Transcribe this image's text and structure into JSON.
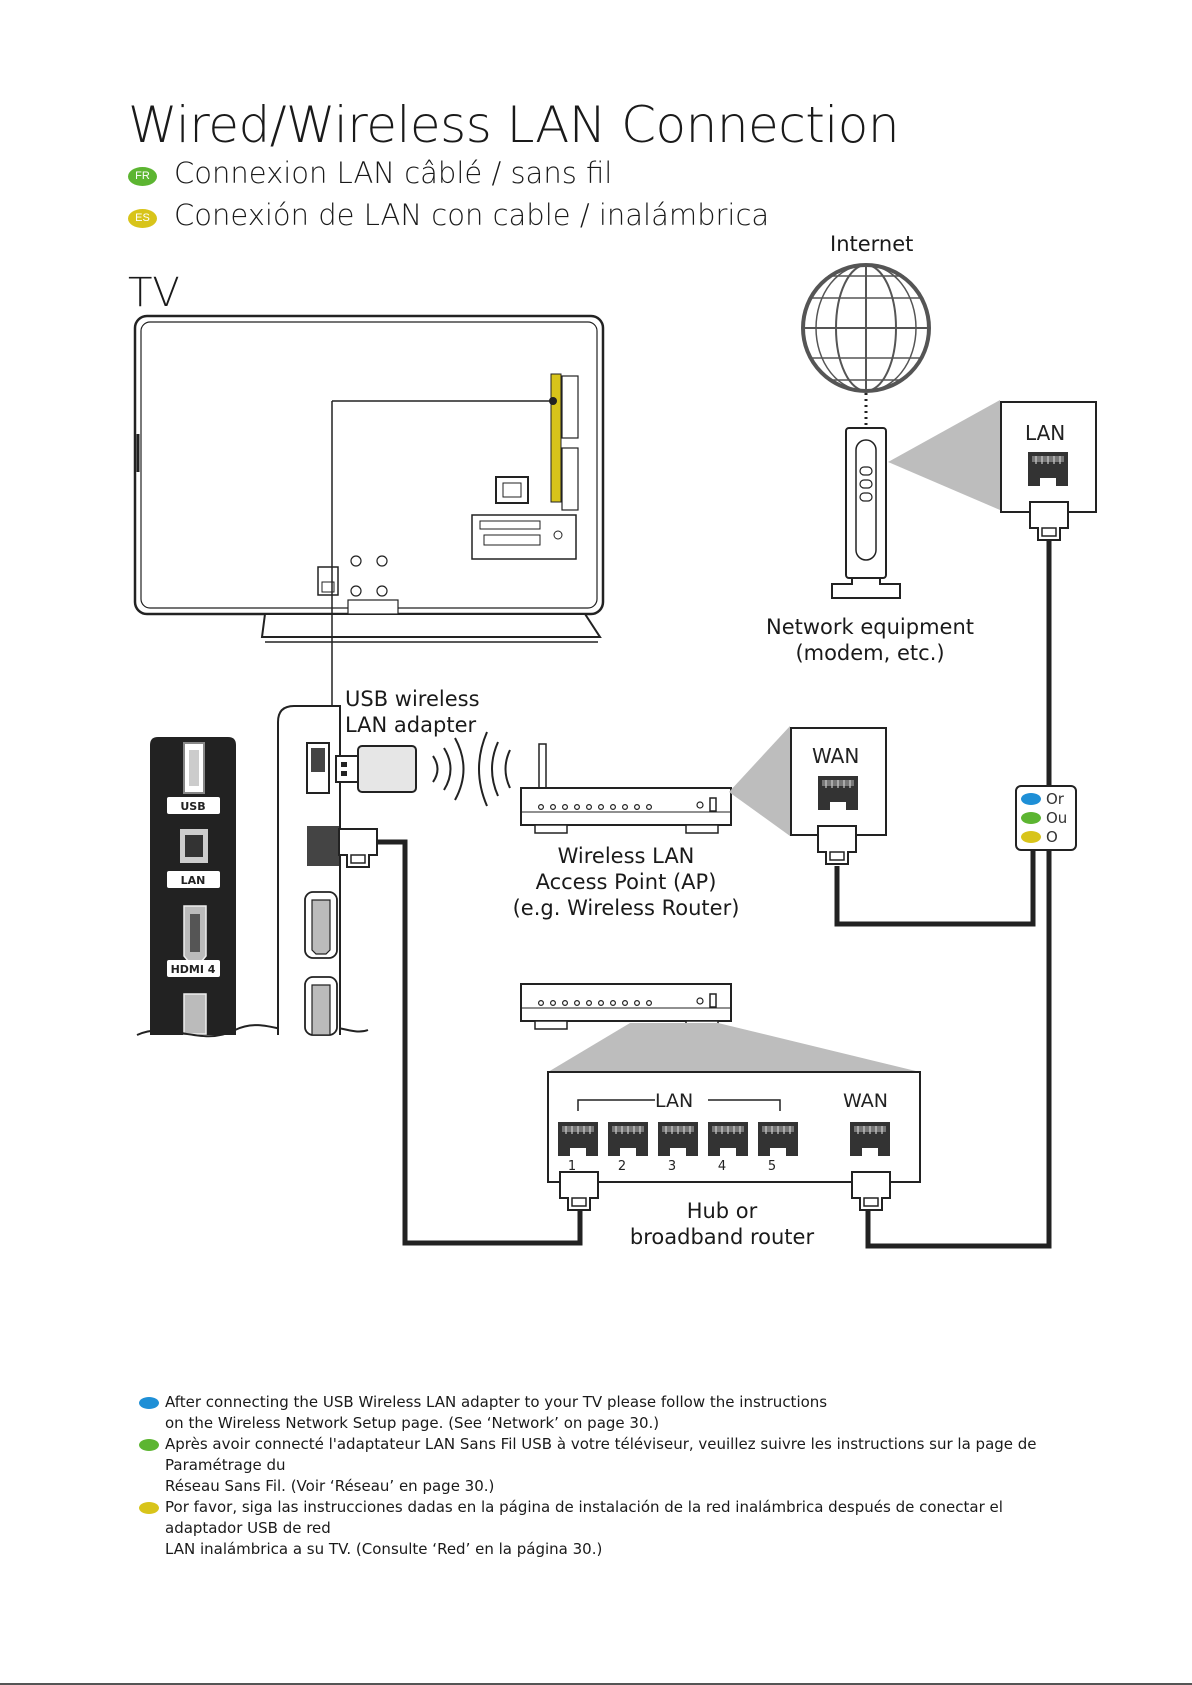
{
  "heading": {
    "title": "Wired/Wireless LAN Connection",
    "subtitles": [
      {
        "lang": "FR",
        "color": "#5cb531",
        "text": "Connexion LAN câblé / sans fil"
      },
      {
        "lang": "ES",
        "color": "#d8c41a",
        "text": "Conexión de LAN con cable / inalámbrica"
      }
    ]
  },
  "diagram": {
    "tv_label": "TV",
    "internet_label": "Internet",
    "network_equipment_label": [
      "Network equipment",
      "(modem, etc.)"
    ],
    "usb_adapter_label": [
      "USB wireless",
      "LAN adapter"
    ],
    "access_point_label": [
      "Wireless LAN",
      "Access Point (AP)",
      "(e.g. Wireless Router)"
    ],
    "hub_label": [
      "Hub or",
      "broadband router"
    ],
    "modem_port_label": "LAN",
    "ap_port_label": "WAN",
    "hub_lan_label": "LAN",
    "hub_wan_label": "WAN",
    "hub_port_numbers": [
      "1",
      "2",
      "3",
      "4",
      "5"
    ],
    "panel_port_labels": [
      "USB",
      "LAN",
      "HDMI 4"
    ],
    "or_legend": [
      {
        "color": "#1e8fd6",
        "text": "Or"
      },
      {
        "color": "#5cb531",
        "text": "Ou"
      },
      {
        "color": "#d8c41a",
        "text": "O"
      }
    ]
  },
  "notes": [
    {
      "color": "#1e8fd6",
      "text": "After connecting the USB Wireless LAN adapter to your TV please follow the instructions\non the Wireless Network Setup page. (See ‘Network’ on page 30.)"
    },
    {
      "color": "#5cb531",
      "text": "Après avoir connecté l'adaptateur LAN Sans Fil USB à votre téléviseur, veuillez suivre les instructions sur la page de Paramétrage du\nRéseau Sans Fil. (Voir ‘Réseau’ en page 30.)"
    },
    {
      "color": "#d8c41a",
      "text": "Por favor, siga las instrucciones dadas en la página de instalación de la red  inalámbrica después de conectar el adaptador USB de red\nLAN inalámbrica a su TV. (Consulte ‘Red’ en la página 30.)"
    }
  ]
}
